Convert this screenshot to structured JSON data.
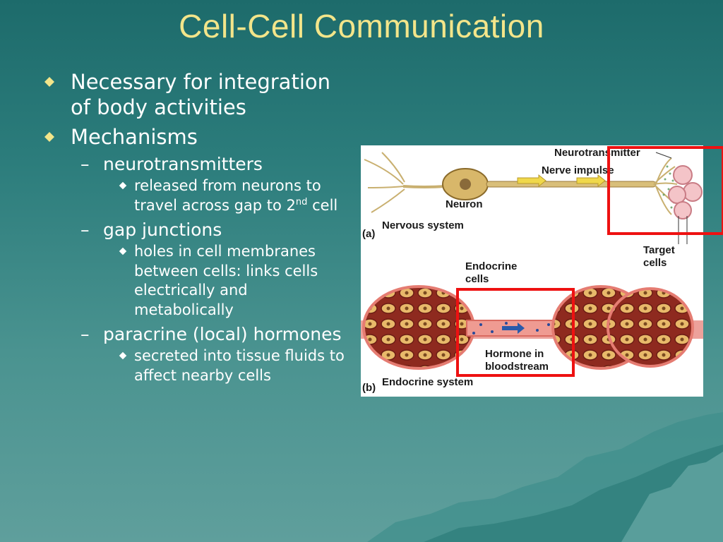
{
  "title": "Cell-Cell Communication",
  "bullets": {
    "b1": "Necessary for integration of body activities",
    "b2": "Mechanisms",
    "neuro": "neurotransmitters",
    "neuro_sub_a": "released from neurons to travel across gap to 2",
    "neuro_sub_sup": "nd",
    "neuro_sub_b": " cell",
    "gap": "gap junctions",
    "gap_sub": "holes in cell membranes between cells: links cells electrically and metabolically",
    "para": "paracrine (local) hormones",
    "para_sub": "secreted into tissue fluids to affect nearby cells"
  },
  "figure": {
    "neurotransmitter": "Neurotransmitter",
    "nerve_impulse": "Nerve impulse",
    "neuron": "Neuron",
    "part_a": "(a)",
    "nervous_system": "Nervous system",
    "target_1": "Target",
    "target_2": "cells",
    "endocrine_1": "Endocrine",
    "endocrine_2": "cells",
    "hormone_1": "Hormone in",
    "hormone_2": "bloodstream",
    "part_b": "(b)",
    "endocrine_system": "Endocrine system"
  },
  "colors": {
    "title": "#f3e58a",
    "bullet_marker": "#f3e58a",
    "highlight_box": "#ee1111"
  }
}
